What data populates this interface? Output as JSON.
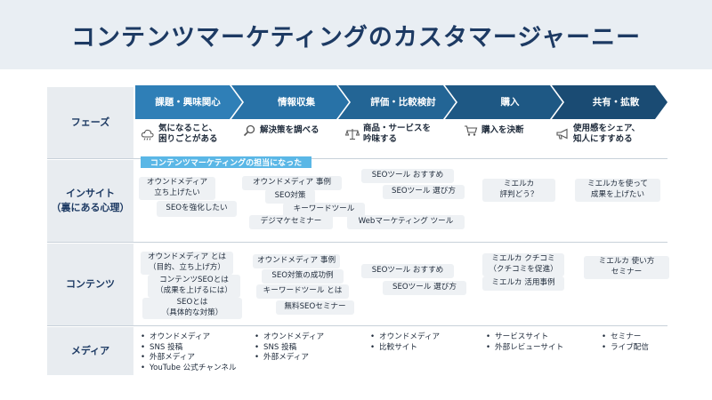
{
  "title": "コンテンツマーケティングのカスタマージャーニー",
  "row_labels": {
    "phase": "フェーズ",
    "insight_1": "インサイト",
    "insight_2": "（裏にある心理）",
    "content": "コンテンツ",
    "media": "メディア"
  },
  "phases": [
    {
      "name": "課題・興味関心",
      "desc_1": "気になること、",
      "desc_2": "困りごとがある",
      "icon": "cloud-icon"
    },
    {
      "name": "情報収集",
      "desc_1": "解決策を調べる",
      "desc_2": "",
      "icon": "magnifier-icon"
    },
    {
      "name": "評価・比較検討",
      "desc_1": "商品・サービスを",
      "desc_2": "吟味する",
      "icon": "scale-icon"
    },
    {
      "name": "購入",
      "desc_1": "購入を決断",
      "desc_2": "",
      "icon": "cart-icon"
    },
    {
      "name": "共有・拡散",
      "desc_1": "使用感をシェア、",
      "desc_2": "知人にすすめる",
      "icon": "megaphone-icon"
    }
  ],
  "banner": "コンテンツマーケティングの担当になった",
  "insights": {
    "p1": [
      "オウンドメディア\n立ち上げたい",
      "SEOを強化したい"
    ],
    "p2": [
      "オウンドメディア 事例",
      "SEO対策",
      "キーワードツール",
      "デジマケセミナー"
    ],
    "p3": [
      "SEOツール おすすめ",
      "SEOツール 選び方",
      "Webマーケティング ツール"
    ],
    "p4": [
      "ミエルカ\n評判どう？"
    ],
    "p5": [
      "ミエルカを使って\n成果を上げたい"
    ]
  },
  "contents": {
    "p1": [
      "オウンドメディア とは\n（目的、立ち上げ方）",
      "コンテンツSEOとは\n（成果を上げるには）",
      "SEOとは\n（具体的な対策）"
    ],
    "p2": [
      "オウンドメディア 事例",
      "SEO対策の成功例",
      "キーワードツール とは",
      "無料SEOセミナー"
    ],
    "p3": [
      "SEOツール おすすめ",
      "SEOツール 選び方"
    ],
    "p4": [
      "ミエルカ クチコミ\n（クチコミを促進）",
      "ミエルカ 活用事例"
    ],
    "p5": [
      "ミエルカ 使い方\nセミナー"
    ]
  },
  "media": {
    "p1": [
      "オウンドメディア",
      "SNS 投稿",
      "外部メディア",
      "YouTube 公式チャンネル"
    ],
    "p2": [
      "オウンドメディア",
      "SNS 投稿",
      "外部メディア"
    ],
    "p3": [
      "オウンドメディア",
      "比較サイト"
    ],
    "p4": [
      "サービスサイト",
      "外部レビューサイト"
    ],
    "p5": [
      "セミナー",
      "ライブ配信"
    ]
  },
  "colors": {
    "phase_1": "#2f7fb7",
    "phase_2": "#2872a7",
    "phase_3": "#236595",
    "phase_4": "#1e5884",
    "phase_5": "#1a4b73",
    "banner": "#5ab7e6",
    "title": "#1d3a63"
  }
}
